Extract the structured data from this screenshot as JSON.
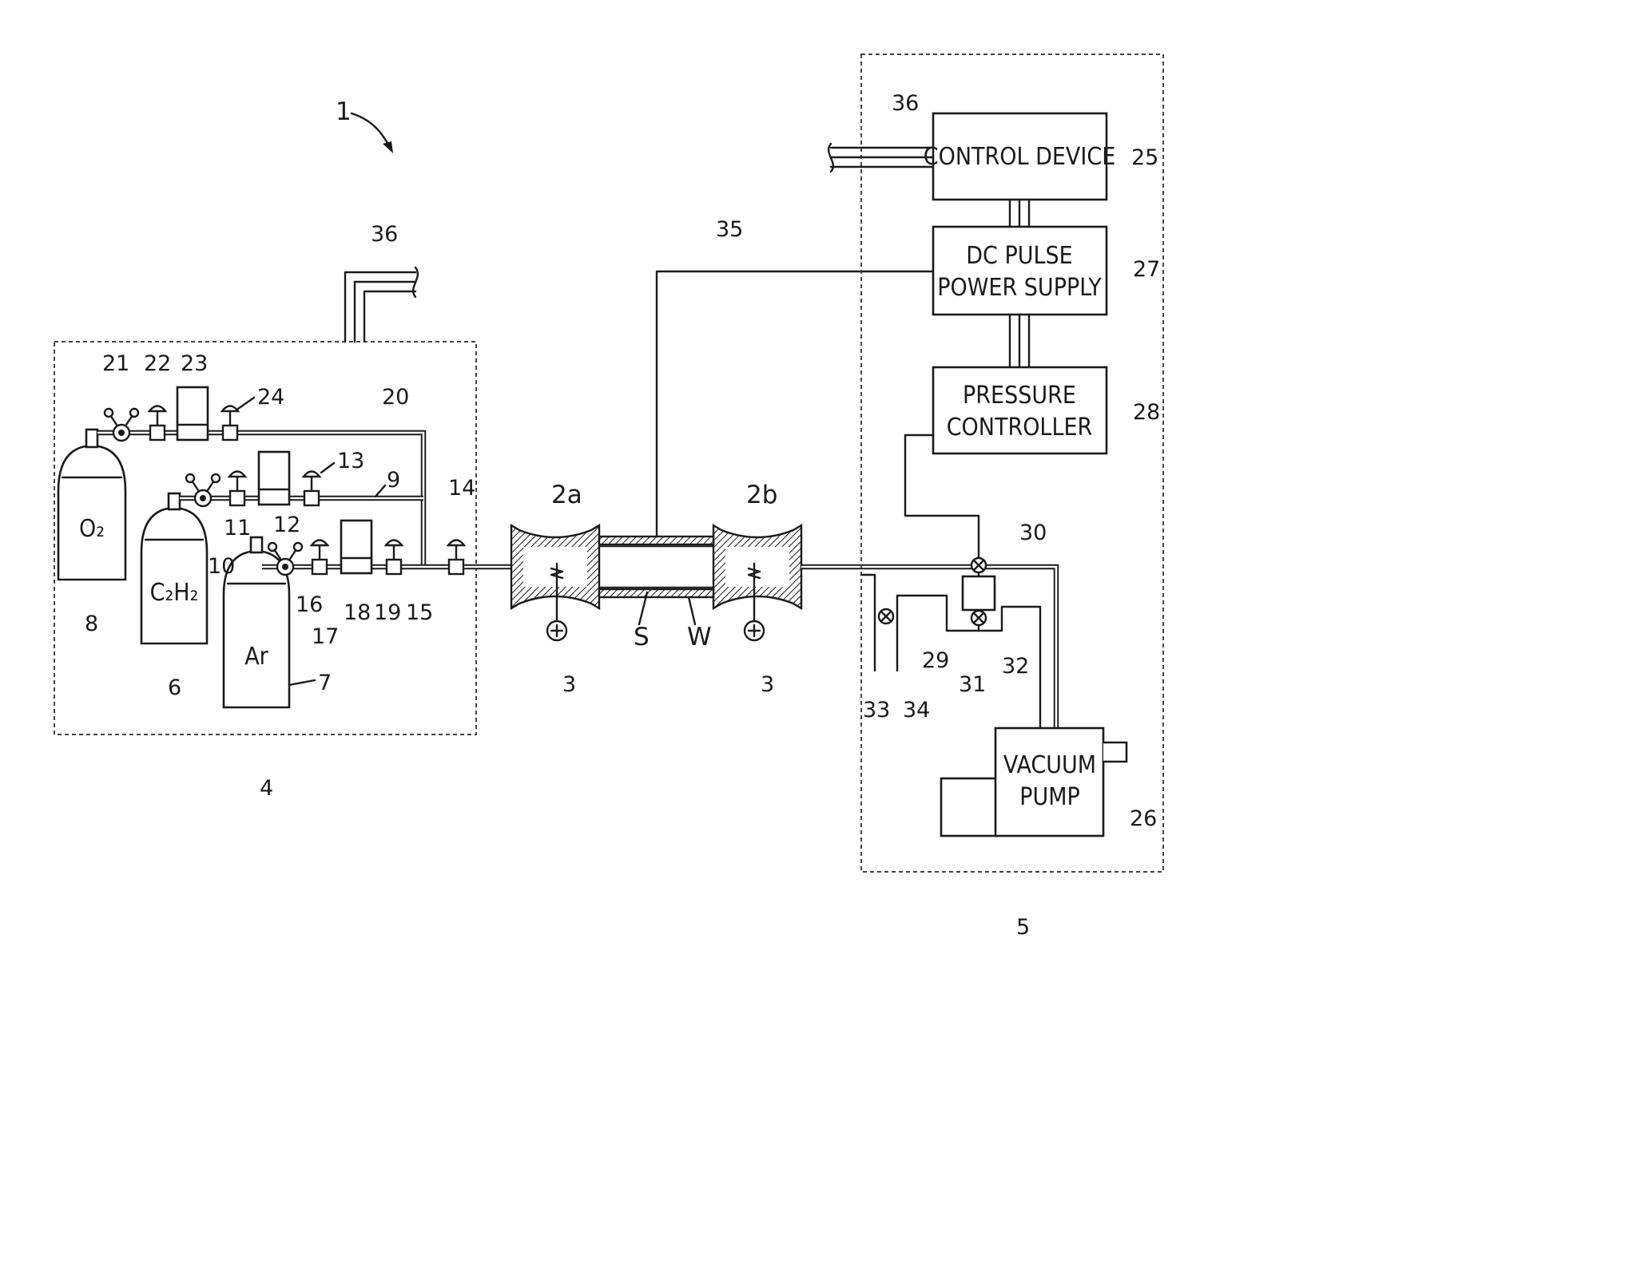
{
  "figure_ref": "1",
  "boxes": {
    "control_device": "CONTROL DEVICE",
    "dc_pulse_line1": "DC PULSE",
    "dc_pulse_line2": "POWER SUPPLY",
    "pressure_line1": "PRESSURE",
    "pressure_line2": "CONTROLLER",
    "vacuum_line1": "VACUUM",
    "vacuum_line2": "PUMP"
  },
  "cylinders": {
    "o2": "O₂",
    "c2h2": "C₂H₂",
    "ar": "Ar"
  },
  "chamber_labels": {
    "part_a": "2a",
    "part_b": "2b",
    "s": "S",
    "w": "W"
  },
  "refs": {
    "r3a": "3",
    "r3b": "3",
    "r4": "4",
    "r5": "5",
    "r6": "6",
    "r7": "7",
    "r8": "8",
    "r9": "9",
    "r10": "10",
    "r11": "11",
    "r12": "12",
    "r13": "13",
    "r14": "14",
    "r15": "15",
    "r16": "16",
    "r17": "17",
    "r18": "18",
    "r19": "19",
    "r20": "20",
    "r21": "21",
    "r22": "22",
    "r23": "23",
    "r24": "24",
    "r25": "25",
    "r26": "26",
    "r27": "27",
    "r28": "28",
    "r29": "29",
    "r30": "30",
    "r31": "31",
    "r32": "32",
    "r33": "33",
    "r34": "34",
    "r35": "35",
    "r36a": "36",
    "r36b": "36"
  }
}
